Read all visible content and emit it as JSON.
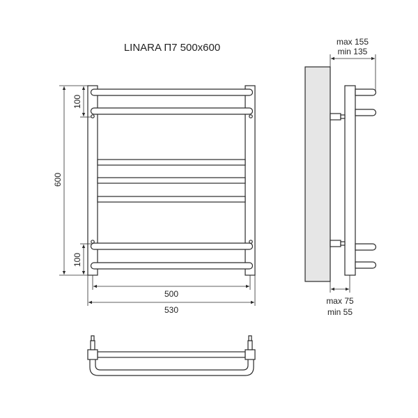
{
  "title": "LINARA П7 500x600",
  "front_view": {
    "dimensions": {
      "height_total": "600",
      "top_spacing": "100",
      "bottom_spacing": "100",
      "inner_width": "500",
      "outer_width": "530"
    },
    "round_bars": 4,
    "flat_bars": 3
  },
  "side_view": {
    "depth_top_label_max": "max 155",
    "depth_top_label_min": "min 135",
    "depth_bottom_label_max": "max 75",
    "depth_bottom_label_min": "min 55"
  },
  "top_view": {}
}
